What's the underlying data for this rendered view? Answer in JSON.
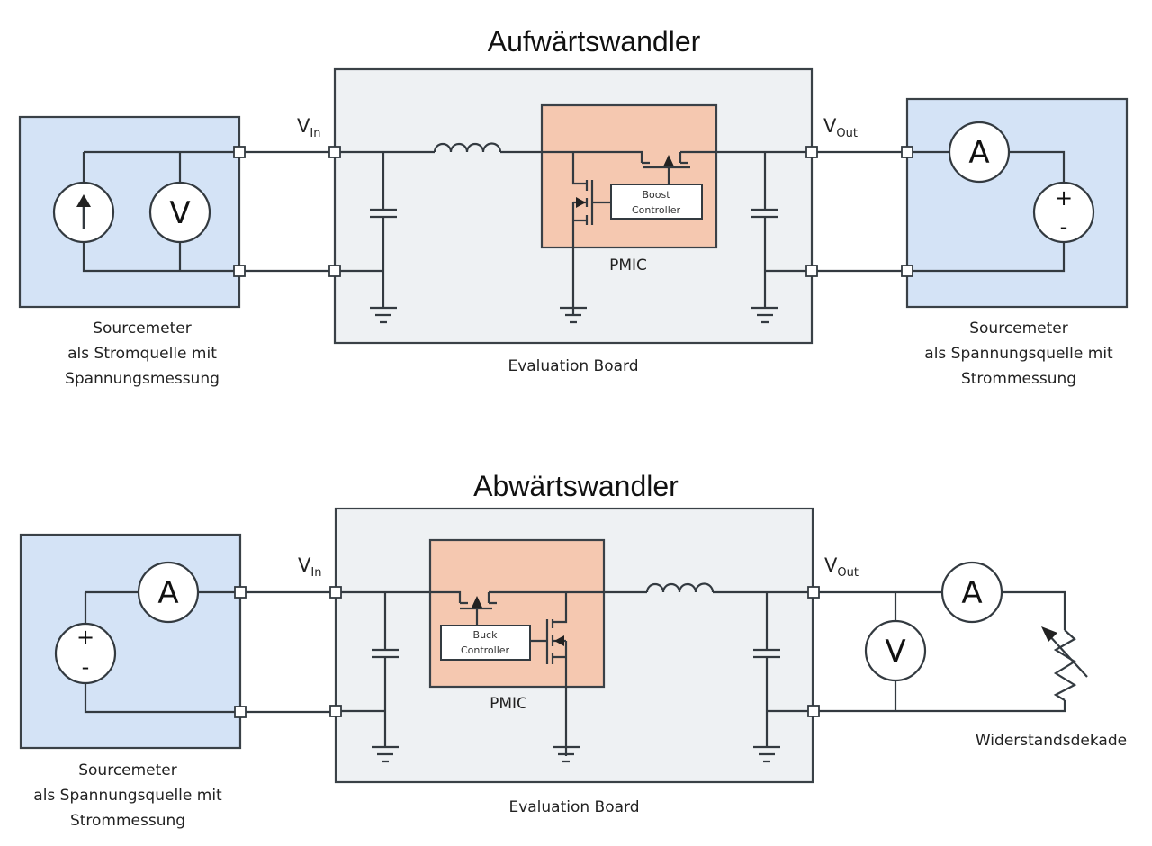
{
  "top": {
    "title": "Aufwärtswandler",
    "left_instrument": {
      "label_lines": [
        "Sourcemeter",
        "als Stromquelle mit",
        "Spannungsmessung"
      ],
      "voltmeter_symbol": "V",
      "current_source_icon": "arrow-up-icon"
    },
    "board": {
      "label": "Evaluation Board",
      "pmic_label": "PMIC",
      "controller_lines": [
        "Boost",
        "Controller"
      ],
      "vin_main": "V",
      "vin_sub": "In",
      "vout_main": "V",
      "vout_sub": "Out"
    },
    "right_instrument": {
      "label_lines": [
        "Sourcemeter",
        "als Spannungsquelle mit",
        "Strommessung"
      ],
      "ammeter_symbol": "A",
      "plus": "+",
      "minus": "-"
    }
  },
  "bottom": {
    "title": "Abwärtswandler",
    "left_instrument": {
      "label_lines": [
        "Sourcemeter",
        "als Spannungsquelle mit",
        "Strommessung"
      ],
      "ammeter_symbol": "A",
      "plus": "+",
      "minus": "-"
    },
    "board": {
      "label": "Evaluation Board",
      "pmic_label": "PMIC",
      "controller_lines": [
        "Buck",
        "Controller"
      ],
      "vin_main": "V",
      "vin_sub": "In",
      "vout_main": "V",
      "vout_sub": "Out"
    },
    "load": {
      "label": "Widerstandsdekade",
      "ammeter_symbol": "A",
      "voltmeter_symbol": "V"
    }
  }
}
